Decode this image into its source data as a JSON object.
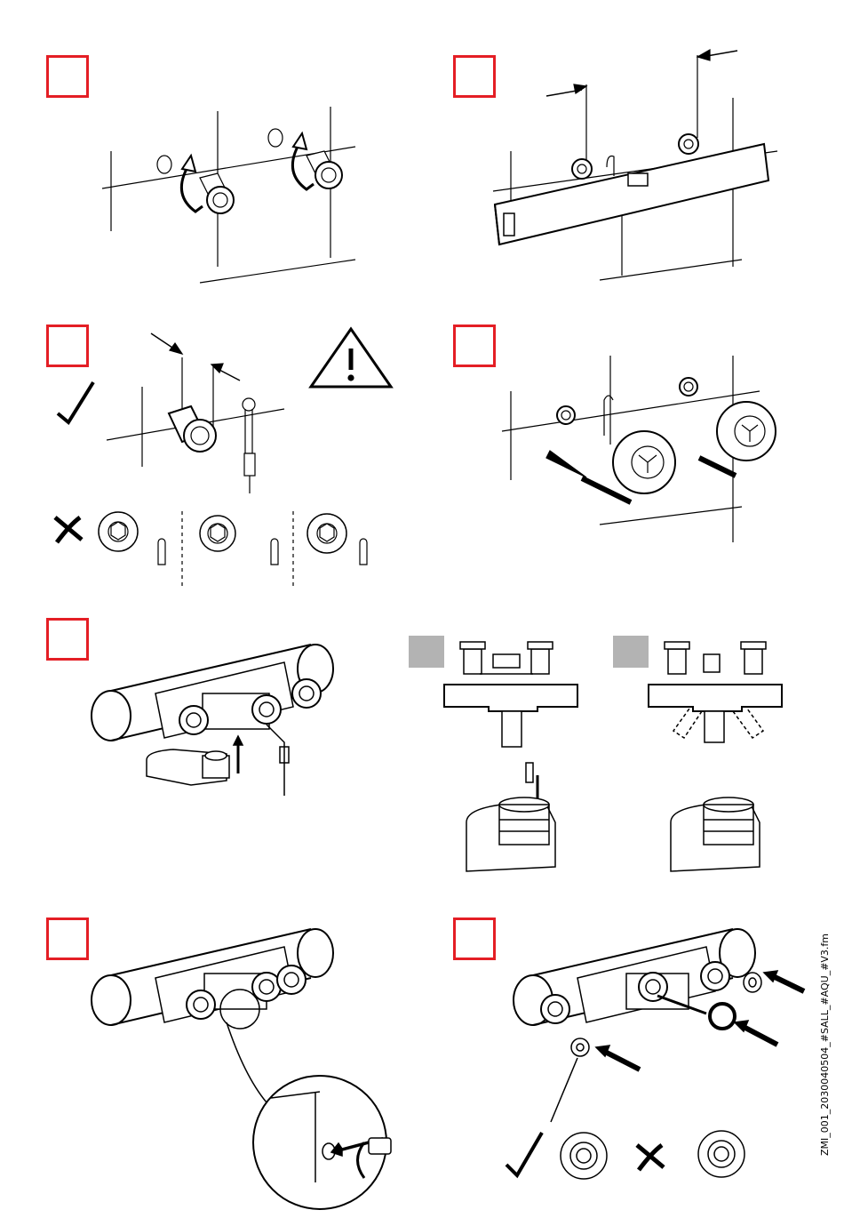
{
  "document": {
    "side_code": "ZMI_001_2030040504_#SALL_#AQU_#V3.fm"
  },
  "steps": [
    {
      "id": "step-1",
      "icon": "rotate-wall-elbows-icon"
    },
    {
      "id": "step-2",
      "icon": "leveling-template-icon"
    },
    {
      "id": "step-3",
      "icon": "alignment-warning-icon",
      "status": [
        "correct-check-icon",
        "wrong-x-icon",
        "warning-triangle-icon"
      ]
    },
    {
      "id": "step-4",
      "icon": "escutcheon-rosettes-icon"
    },
    {
      "id": "step-5",
      "icon": "mount-spout-icon"
    },
    {
      "id": "step-5-variant-a",
      "icon": "pin-insert-icon"
    },
    {
      "id": "step-5-variant-b",
      "icon": "swivel-spout-icon"
    },
    {
      "id": "step-6",
      "icon": "detail-screw-icon"
    },
    {
      "id": "step-7",
      "icon": "washers-seal-icon",
      "status": [
        "correct-check-icon",
        "wrong-x-icon"
      ]
    }
  ],
  "colors": {
    "step_box": "#e41e25",
    "variant_box": "#b3b3b3",
    "line": "#000000"
  }
}
